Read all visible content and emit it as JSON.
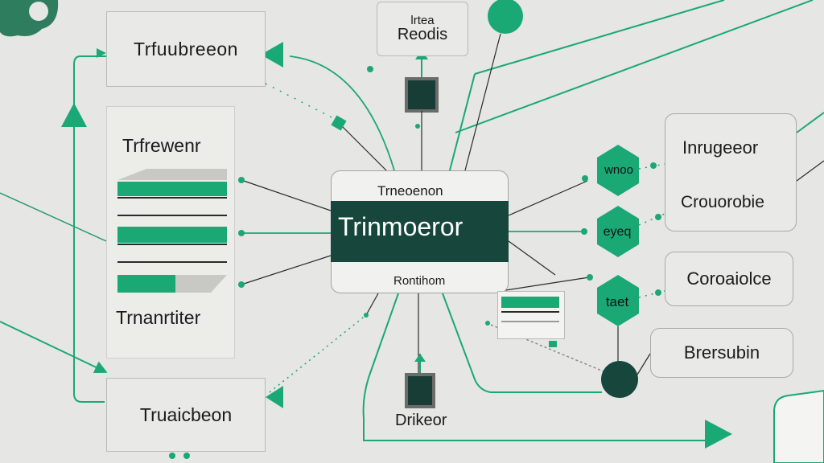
{
  "nodes": {
    "top_left": "Trfuubreeon",
    "top_center_line1": "lrtea",
    "top_center_line2": "Reodis",
    "left_panel_title": "Trfrewenr",
    "left_panel_footer": "Trnanrtiter",
    "bottom_left": "Truaicbeon",
    "center_top": "Trneoenon",
    "center_main": "Trinmoeror",
    "center_bottom": "Rontihom",
    "right_1_a": "Inrugeeor",
    "right_1_b": "Crouorobie",
    "right_2": "Coroaiolce",
    "right_3": "Brersubin",
    "bottom_center": "Drikeor"
  },
  "hexagons": [
    "wnoo",
    "eyeq",
    "taet"
  ],
  "colors": {
    "background": "#e6e6e4",
    "accent_green": "#1aa874",
    "dark_teal": "#17463d",
    "line_dark": "#2a2a2a",
    "line_gray": "#8a8a88"
  }
}
